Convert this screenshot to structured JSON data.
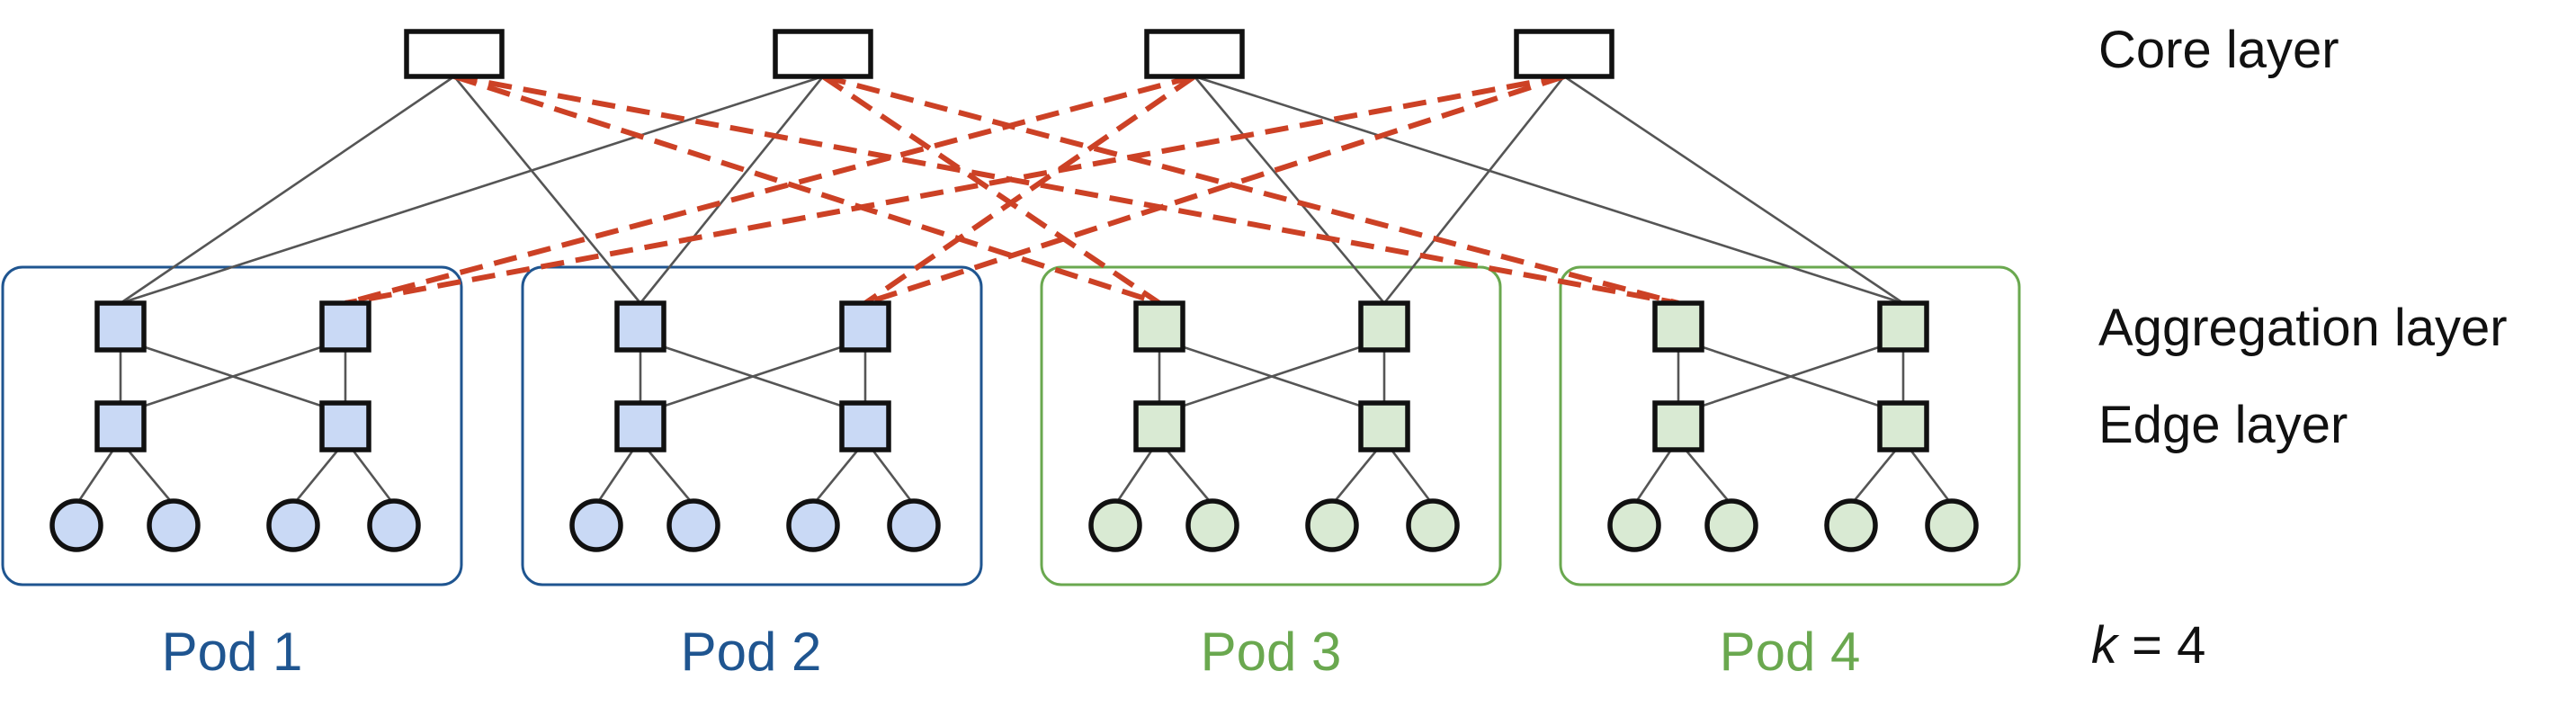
{
  "layers": {
    "core": "Core layer",
    "aggregation": "Aggregation layer",
    "edge": "Edge layer"
  },
  "k_label": {
    "var": "k",
    "rest": " = 4"
  },
  "pods": [
    {
      "label": "Pod 1",
      "color": "#1f5590",
      "fill": "#c9d9f5"
    },
    {
      "label": "Pod 2",
      "color": "#1f5590",
      "fill": "#c9d9f5"
    },
    {
      "label": "Pod 3",
      "color": "#6aa84f",
      "fill": "#d9ead3"
    },
    {
      "label": "Pod 4",
      "color": "#6aa84f",
      "fill": "#d9ead3"
    }
  ],
  "colors": {
    "node_stroke": "#111111",
    "solid_link": "#555555",
    "dashed_link": "#cc4125"
  },
  "topology": {
    "core_switches": 4,
    "pods": 4,
    "aggregation_per_pod": 2,
    "edge_per_pod": 2,
    "hosts_per_edge": 2
  }
}
